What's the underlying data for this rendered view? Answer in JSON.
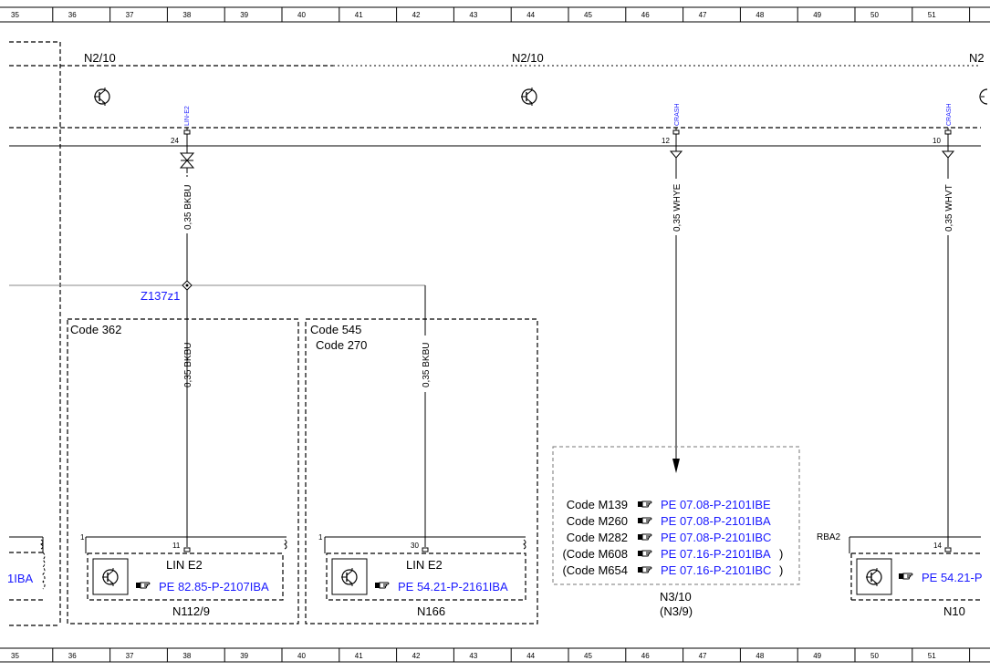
{
  "ruler": {
    "numbers": [
      "35",
      "36",
      "37",
      "38",
      "39",
      "40",
      "41",
      "42",
      "43",
      "44",
      "45",
      "46",
      "47",
      "48",
      "49",
      "50",
      "51"
    ]
  },
  "modules": {
    "n2_10_left": "N2/10",
    "n2_10_mid": "N2/10",
    "n2_10_right": "N2"
  },
  "connectors": [
    {
      "tag": "LIN-E2",
      "pin": "24"
    },
    {
      "tag": "CRASH",
      "pin": "12"
    },
    {
      "tag": "CRASH",
      "pin": "10"
    }
  ],
  "wires": {
    "w1": "0,35 BKBU",
    "w2": "0,35 WHYE",
    "w3": "0,35 WHVT",
    "w4": "0,35 BKBU",
    "w5": "0,35 BKBU"
  },
  "splice": "Z137z1",
  "code_boxes": {
    "code362": "Code 362",
    "code545": "Code 545",
    "code270": "Code 270"
  },
  "components": {
    "n112": {
      "pin_num": "1",
      "pin": "11",
      "label": "LIN E2",
      "ref": "PE 82.85-P-2107IBA",
      "name": "N112/9"
    },
    "n166": {
      "pin_num": "1",
      "pin": "30",
      "label": "LIN E2",
      "ref": "PE 54.21-P-2161IBA",
      "name": "N166"
    },
    "n10": {
      "prefix": "RBA2",
      "pin": "14",
      "ref": "PE 54.21-P",
      "name": "N10"
    },
    "left_partial": {
      "ref": "1IBA"
    }
  },
  "n3_10": {
    "rows": [
      {
        "code": "Code M139",
        "ref": "PE 07.08-P-2101IBE",
        "close": ""
      },
      {
        "code": "Code M260",
        "ref": "PE 07.08-P-2101IBA",
        "close": ""
      },
      {
        "code": "Code M282",
        "ref": "PE 07.08-P-2101IBC",
        "close": ""
      },
      {
        "code": "(Code M608",
        "ref": "PE 07.16-P-2101IBA",
        "close": ")"
      },
      {
        "code": "(Code M654",
        "ref": "PE 07.16-P-2101IBC",
        "close": ")"
      }
    ],
    "name": "N3/10",
    "alt_name": "(N3/9)"
  },
  "colors": {
    "link": "#1a1aff",
    "line": "#000000",
    "grid": "#888888"
  },
  "icons": {
    "transistor": "transistor-icon",
    "reference": "pointing-hand-icon"
  }
}
